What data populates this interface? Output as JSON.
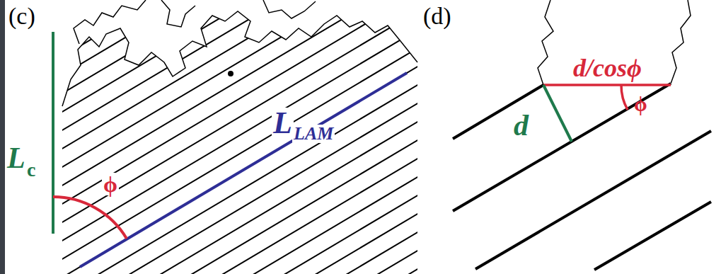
{
  "diagram": {
    "labels": [
      "(c)",
      "(d)",
      "L",
      "c",
      "ϕ",
      "L",
      "LAM",
      "d/cosϕ",
      "ϕ",
      "d"
    ]
  }
}
